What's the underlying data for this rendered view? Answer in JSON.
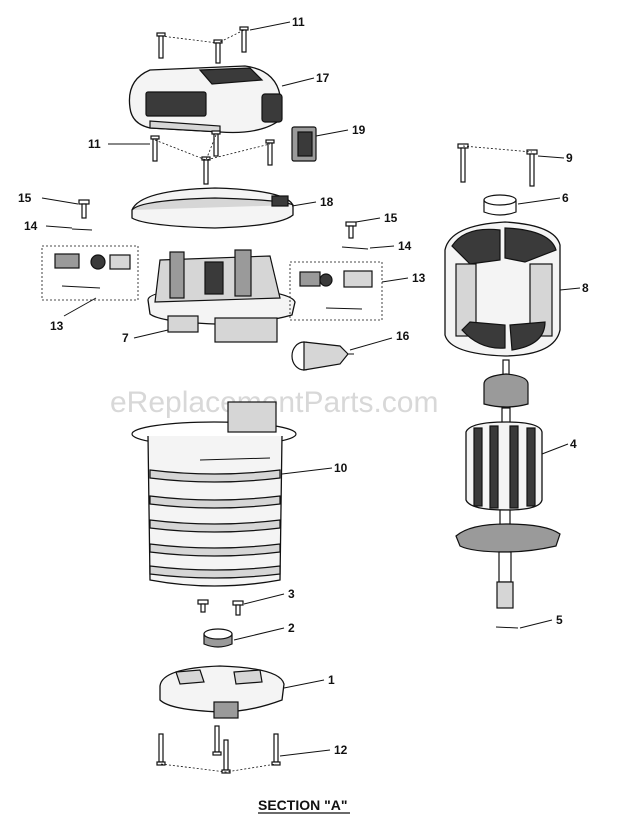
{
  "diagram": {
    "title": "SECTION \"A\"",
    "watermark": "eReplacementParts.com",
    "callouts": [
      {
        "id": "c11a",
        "text": "11"
      },
      {
        "id": "c17",
        "text": "17"
      },
      {
        "id": "c11b",
        "text": "11"
      },
      {
        "id": "c19",
        "text": "19"
      },
      {
        "id": "c9",
        "text": "9"
      },
      {
        "id": "c15a",
        "text": "15"
      },
      {
        "id": "c18",
        "text": "18"
      },
      {
        "id": "c6",
        "text": "6"
      },
      {
        "id": "c14a",
        "text": "14"
      },
      {
        "id": "c15b",
        "text": "15"
      },
      {
        "id": "c14b",
        "text": "14"
      },
      {
        "id": "c13b",
        "text": "13"
      },
      {
        "id": "c8",
        "text": "8"
      },
      {
        "id": "c13a",
        "text": "13"
      },
      {
        "id": "c16",
        "text": "16"
      },
      {
        "id": "c7",
        "text": "7"
      },
      {
        "id": "c4",
        "text": "4"
      },
      {
        "id": "c10",
        "text": "10"
      },
      {
        "id": "c3",
        "text": "3"
      },
      {
        "id": "c5",
        "text": "5"
      },
      {
        "id": "c2",
        "text": "2"
      },
      {
        "id": "c1",
        "text": "1"
      },
      {
        "id": "c12",
        "text": "12"
      }
    ]
  }
}
